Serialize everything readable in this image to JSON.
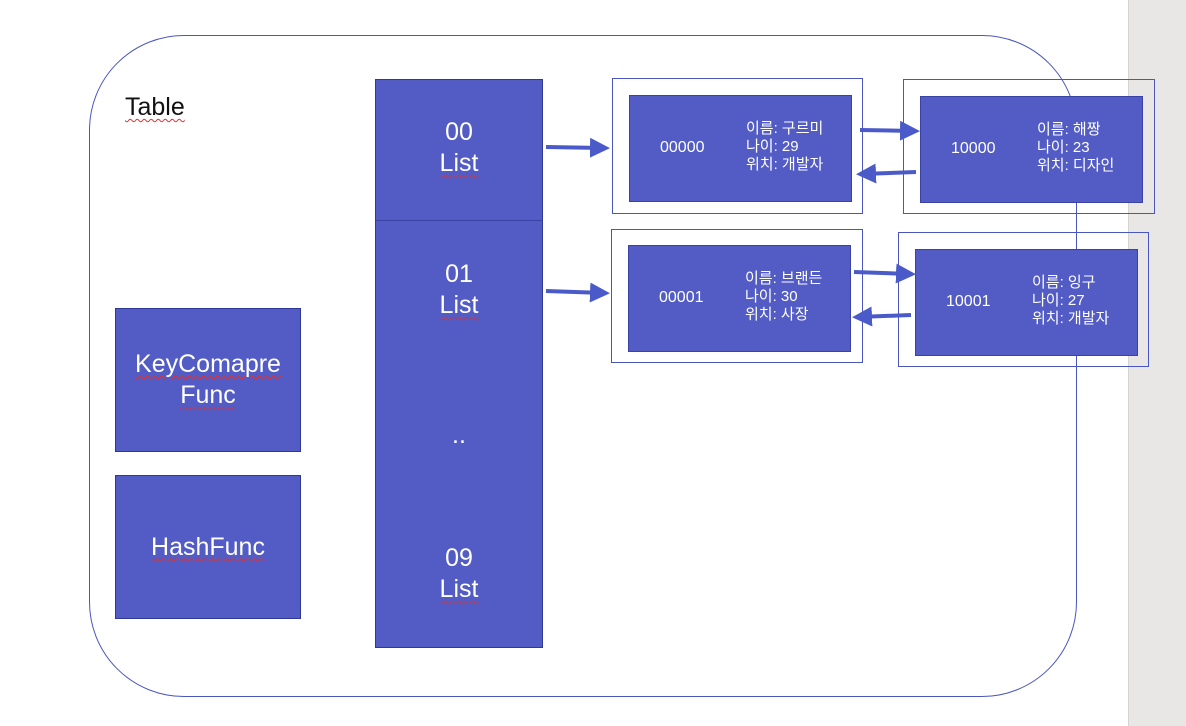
{
  "table": {
    "title": "Table"
  },
  "funcs": {
    "key_compare": [
      "KeyComapre",
      "Func"
    ],
    "hash": "HashFunc"
  },
  "buckets": [
    {
      "index": "00",
      "label": "List"
    },
    {
      "index": "01",
      "label": "List"
    },
    {
      "index": "..",
      "label": ""
    },
    {
      "index": "09",
      "label": "List"
    }
  ],
  "nodes": [
    {
      "key": "00000",
      "name": "이름: 구르미",
      "age": "나이: 29",
      "role": "위치: 개발자"
    },
    {
      "key": "10000",
      "name": "이름: 해짱",
      "age": "나이: 23",
      "role": "위치: 디자인"
    },
    {
      "key": "00001",
      "name": "이름: 브랜든",
      "age": "나이: 30",
      "role": "위치: 사장"
    },
    {
      "key": "10001",
      "name": "이름: 잉구",
      "age": "나이: 27",
      "role": "위치: 개발자"
    }
  ],
  "colors": {
    "box_fill": "#525cc4",
    "outline": "#4a56c0",
    "arrow": "#4a5ac8",
    "spellcheck": "#e03030"
  }
}
